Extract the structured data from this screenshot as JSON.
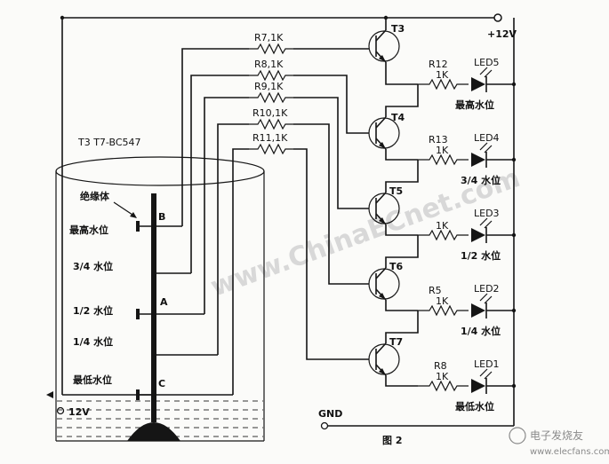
{
  "labels": {
    "supply": "+12V",
    "gnd": "GND",
    "electrode_supply": "12V",
    "transistor_note": "T3 T7-BC547",
    "insulator": "绝缘体",
    "figure": "图 2",
    "watermark": "www.ChinaECnet.com",
    "site_logo": "电子发烧友",
    "site_url": "www.elecfans.com"
  },
  "electrodes": {
    "B": "B",
    "A": "A",
    "C": "C"
  },
  "levels": [
    {
      "label": "最高水位"
    },
    {
      "label": "3/4 水位"
    },
    {
      "label": "1/2 水位"
    },
    {
      "label": "1/4 水位"
    },
    {
      "label": "最低水位"
    }
  ],
  "base_resistors": [
    {
      "label": "R7,1K"
    },
    {
      "label": "R8,1K"
    },
    {
      "label": "R9,1K"
    },
    {
      "label": "R10,1K"
    },
    {
      "label": "R11,1K"
    }
  ],
  "channels": [
    {
      "transistor": "T3",
      "resistor": "R12",
      "value": "1K",
      "led": "LED5",
      "level": "最高水位"
    },
    {
      "transistor": "T4",
      "resistor": "R13",
      "value": "1K",
      "led": "LED4",
      "level": "3/4 水位"
    },
    {
      "transistor": "T5",
      "resistor": "",
      "value": "1K",
      "led": "LED3",
      "level": "1/2 水位"
    },
    {
      "transistor": "T6",
      "resistor": "R5",
      "value": "1K",
      "led": "LED2",
      "level": "1/4 水位"
    },
    {
      "transistor": "T7",
      "resistor": "R8",
      "value": "1K",
      "led": "LED1",
      "level": "最低水位"
    }
  ]
}
